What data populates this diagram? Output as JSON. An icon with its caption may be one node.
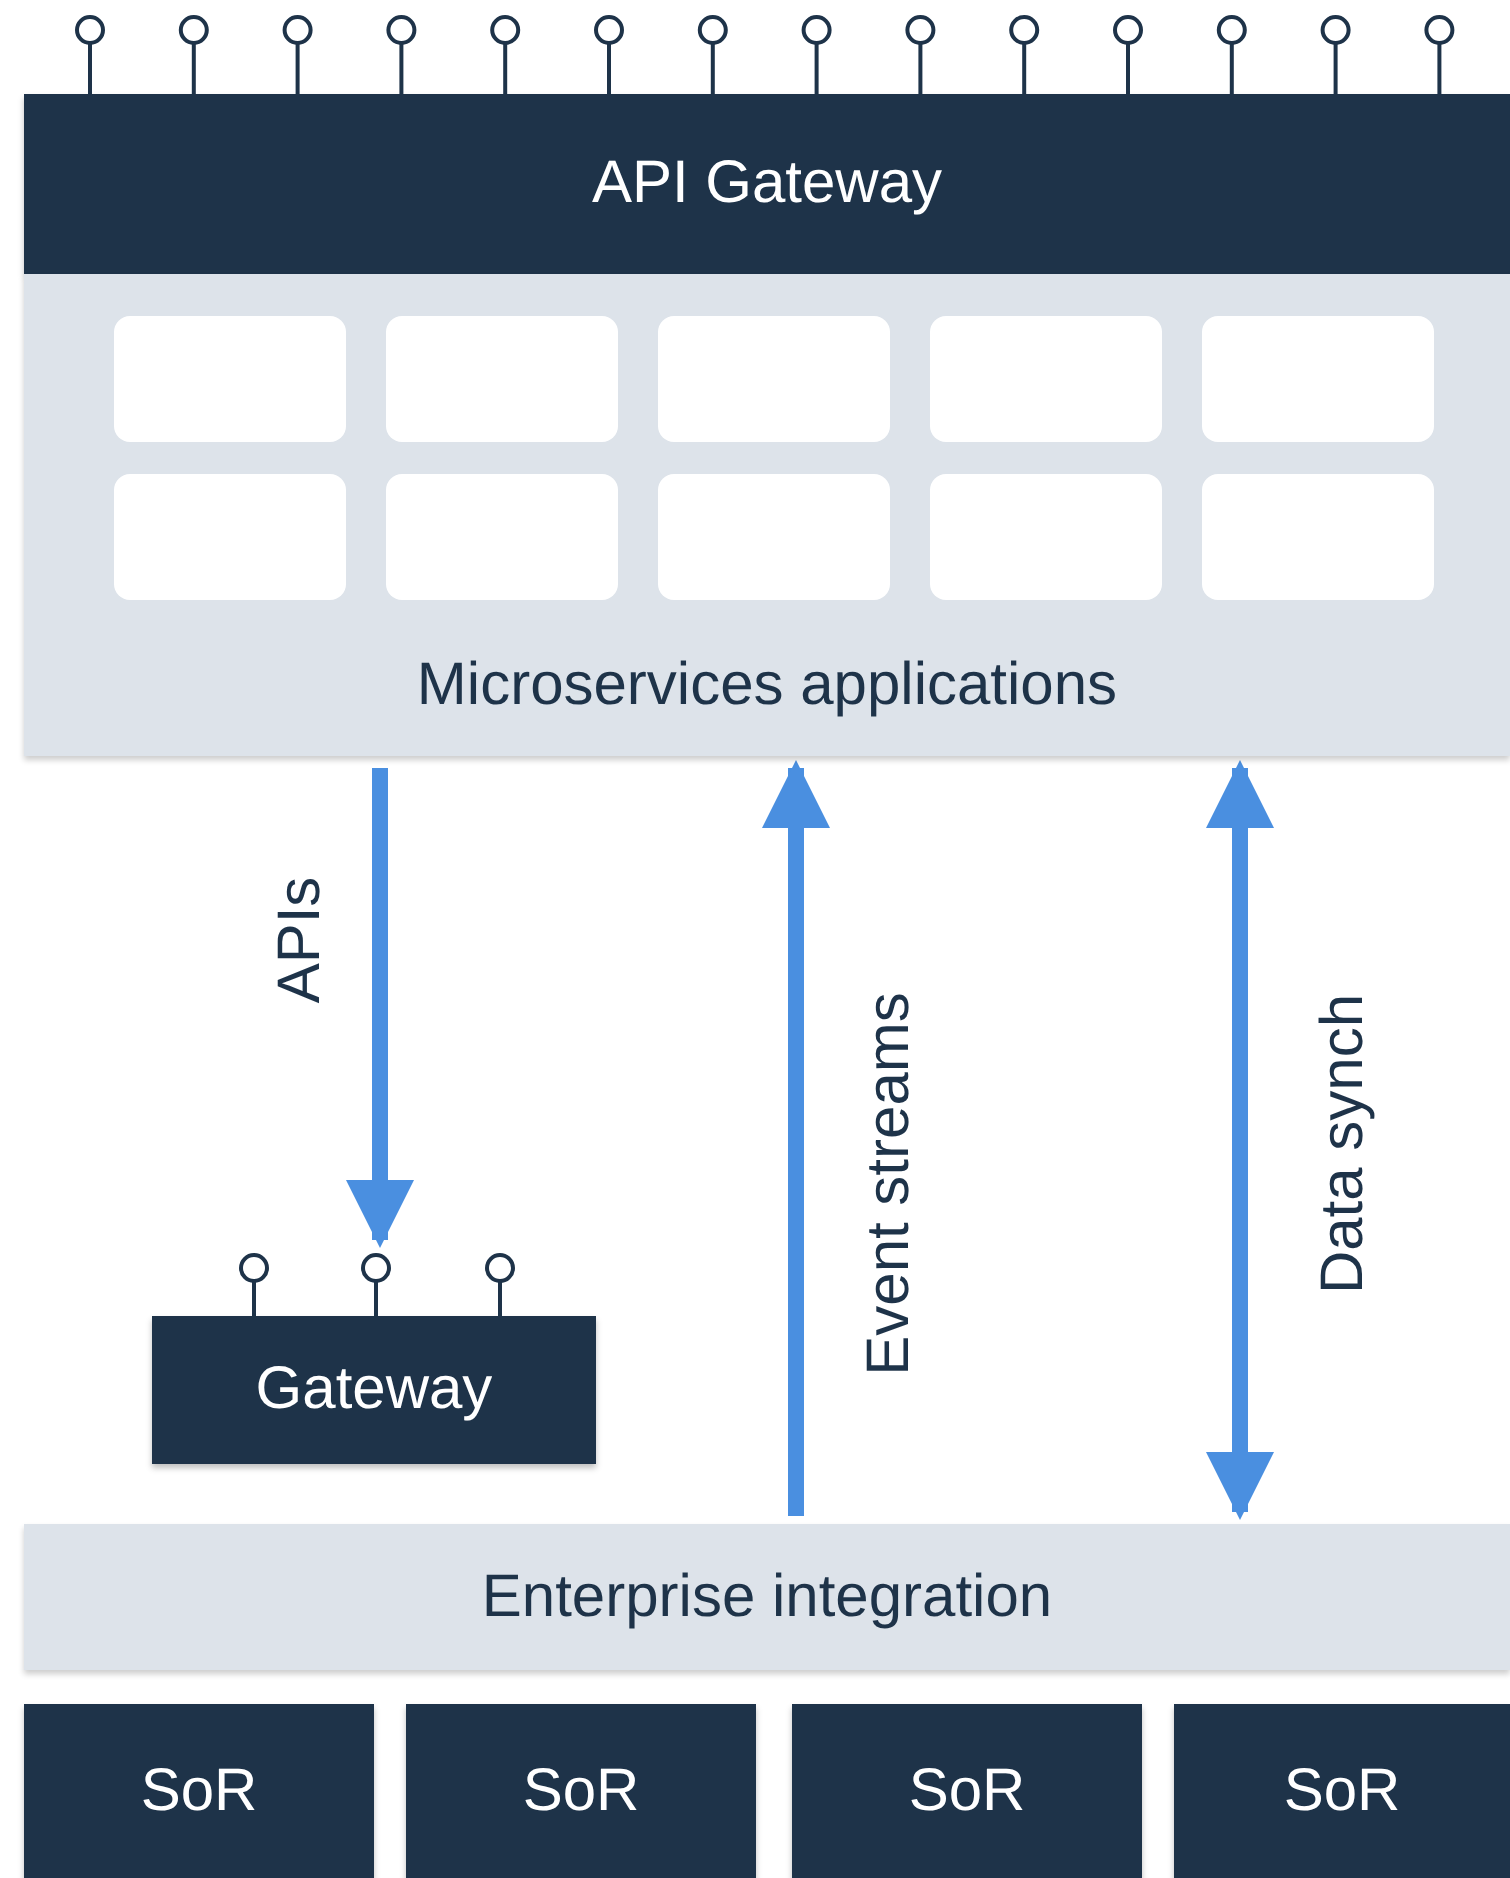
{
  "diagram": {
    "nodes": [
      {
        "text": [
          "API Gateway"
        ]
      },
      {
        "text": [
          "Microservices applications"
        ]
      },
      {
        "text": [],
        "shape": "box",
        "in": 1
      },
      {
        "text": [],
        "shape": "box",
        "in": 1
      },
      {
        "text": [],
        "shape": "box",
        "in": 1
      },
      {
        "text": [],
        "shape": "box",
        "in": 1
      },
      {
        "text": [],
        "shape": "box",
        "in": 1
      },
      {
        "text": [],
        "shape": "box",
        "in": 1
      },
      {
        "text": [],
        "shape": "box",
        "in": 1
      },
      {
        "text": [],
        "shape": "box",
        "in": 1
      },
      {
        "text": [],
        "shape": "box",
        "in": 1
      },
      {
        "text": [],
        "shape": "box",
        "in": 1
      },
      {
        "text": [
          "Gateway"
        ]
      },
      {
        "text": [
          "Enterprise integration"
        ]
      },
      {
        "text": [
          "SoR"
        ]
      },
      {
        "text": [
          "SoR"
        ]
      },
      {
        "text": [
          "SoR"
        ]
      },
      {
        "text": [
          "SoR"
        ]
      }
    ],
    "edges": [
      {
        "from": 1,
        "to": 12,
        "arrow": "to",
        "label": "APIs"
      },
      {
        "from": 13,
        "to": 1,
        "arrow": "to",
        "label": "Event streams"
      },
      {
        "from": 1,
        "to": 13,
        "arrow": "both",
        "label": "Data synch"
      }
    ]
  }
}
